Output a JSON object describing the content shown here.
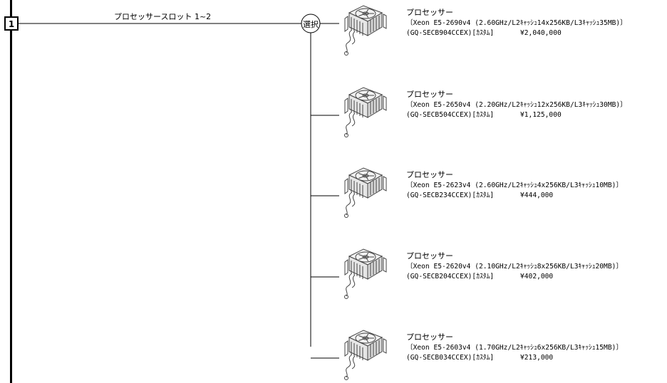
{
  "slot": {
    "number": "1",
    "label": "プロセッサースロット 1~2",
    "select_label": "選択"
  },
  "options": [
    {
      "category": "プロセッサー",
      "spec": "〔Xeon E5-2690v4 (2.60GHz/L2ｷｬｯｼｭ14x256KB/L3ｷｬｯｼｭ35MB)〕",
      "code": "(GQ-SECB904CCEX)[ｶｽﾀﾑ]",
      "price": "¥2,040,000",
      "icon": "cpu-cooler-fan-icon"
    },
    {
      "category": "プロセッサー",
      "spec": "〔Xeon E5-2650v4 (2.20GHz/L2ｷｬｯｼｭ12x256KB/L3ｷｬｯｼｭ30MB)〕",
      "code": "(GQ-SECB504CCEX)[ｶｽﾀﾑ]",
      "price": "¥1,125,000",
      "icon": "cpu-cooler-fan-icon"
    },
    {
      "category": "プロセッサー",
      "spec": "〔Xeon E5-2623v4 (2.60GHz/L2ｷｬｯｼｭ4x256KB/L3ｷｬｯｼｭ10MB)〕",
      "code": "(GQ-SECB234CCEX)[ｶｽﾀﾑ]",
      "price": "¥444,000",
      "icon": "cpu-cooler-fan-icon"
    },
    {
      "category": "プロセッサー",
      "spec": "〔Xeon E5-2620v4 (2.10GHz/L2ｷｬｯｼｭ8x256KB/L3ｷｬｯｼｭ20MB)〕",
      "code": "(GQ-SECB204CCEX)[ｶｽﾀﾑ]",
      "price": "¥402,000",
      "icon": "cpu-cooler-fan-icon"
    },
    {
      "category": "プロセッサー",
      "spec": "〔Xeon E5-2603v4 (1.70GHz/L2ｷｬｯｼｭ6x256KB/L3ｷｬｯｼｭ15MB)〕",
      "code": "(GQ-SECB034CCEX)[ｶｽﾀﾑ]",
      "price": "¥213,000",
      "icon": "cpu-cooler-fan-icon"
    }
  ]
}
